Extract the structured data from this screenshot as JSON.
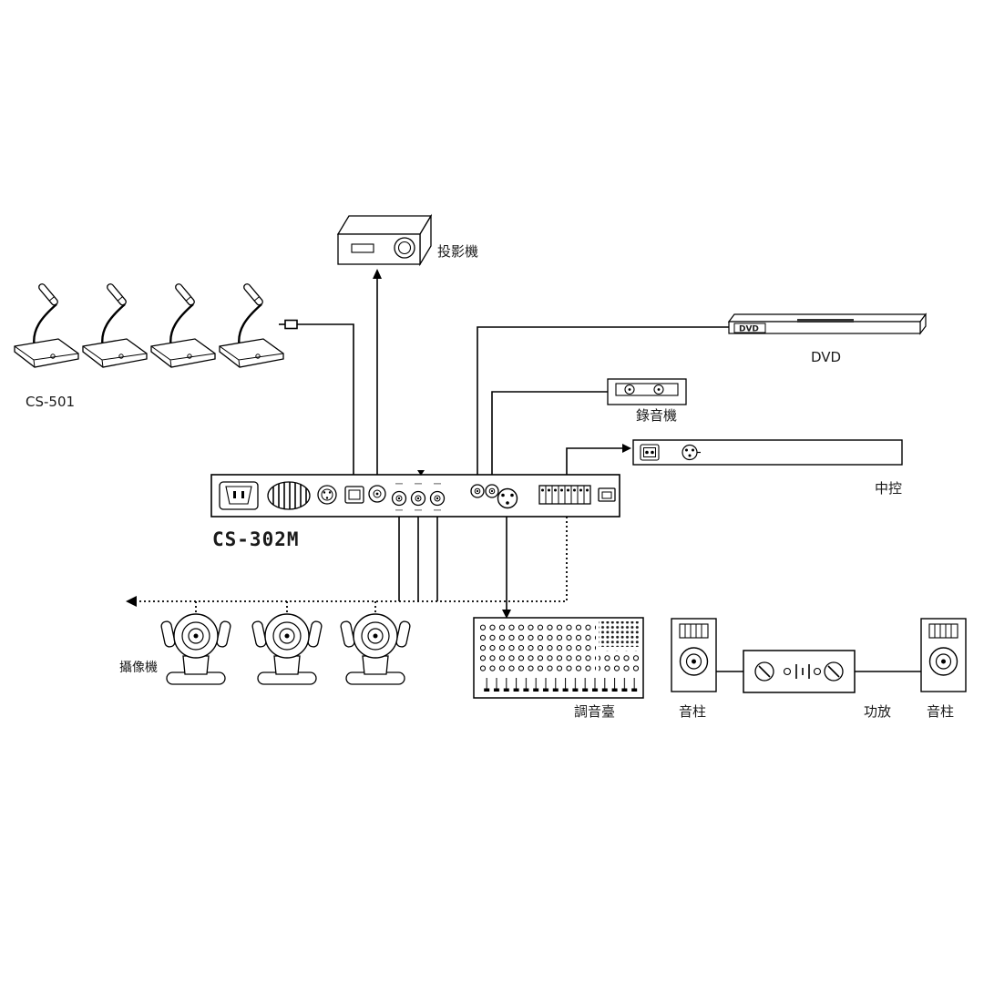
{
  "background_color": "#ffffff",
  "line_color": "#000000",
  "devices": {
    "microphones": {
      "label": "CS-501",
      "count": 4
    },
    "projector": {
      "label": "投影機"
    },
    "dvd_player": {
      "front_text": "DVD",
      "label": "DVD"
    },
    "recorder": {
      "label": "錄音機"
    },
    "central_control": {
      "label": "中控"
    },
    "main_unit": {
      "label": "CS-302M"
    },
    "cameras": {
      "label": "攝像機",
      "count": 3
    },
    "mixer": {
      "label": "調音臺"
    },
    "speaker_left": {
      "label": "音柱"
    },
    "amplifier": {
      "label": "功放"
    },
    "speaker_right": {
      "label": "音柱"
    }
  },
  "connections": [
    {
      "from": "microphones",
      "to": "main_unit",
      "style": "solid"
    },
    {
      "from": "main_unit",
      "to": "projector",
      "style": "solid-arrow"
    },
    {
      "from": "dvd_player",
      "to": "main_unit",
      "style": "solid"
    },
    {
      "from": "recorder",
      "to": "main_unit",
      "style": "solid"
    },
    {
      "from": "main_unit",
      "to": "central_control",
      "style": "solid-arrow"
    },
    {
      "from": "main_unit",
      "to": "mixer",
      "style": "solid-arrow"
    },
    {
      "from": "main_unit",
      "to": "cameras",
      "style": "dotted-arrow"
    },
    {
      "from": "speaker_left",
      "to": "amplifier",
      "style": "solid"
    },
    {
      "from": "amplifier",
      "to": "speaker_right",
      "style": "solid"
    }
  ]
}
